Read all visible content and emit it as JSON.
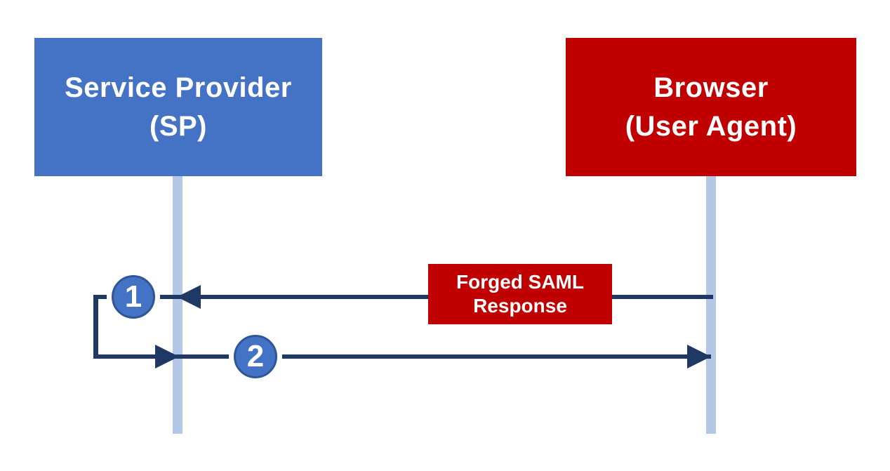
{
  "actors": [
    {
      "line1": "Service Provider",
      "line2": "(SP)",
      "fill": "#4472C4"
    },
    {
      "line1": "Browser",
      "line2": "(User Agent)",
      "fill": "#C00000"
    }
  ],
  "message_label": {
    "line1": "Forged SAML",
    "line2": "Response",
    "fill": "#C00000"
  },
  "steps": [
    {
      "label": "1"
    },
    {
      "label": "2"
    }
  ],
  "colors": {
    "arrow": "#1F3864",
    "lifeline": "#B4C7E7",
    "step_fill": "#4472C4",
    "step_ring": "#2E5596",
    "actor_text": "#FFFFFF",
    "background": "#FFFFFF"
  }
}
